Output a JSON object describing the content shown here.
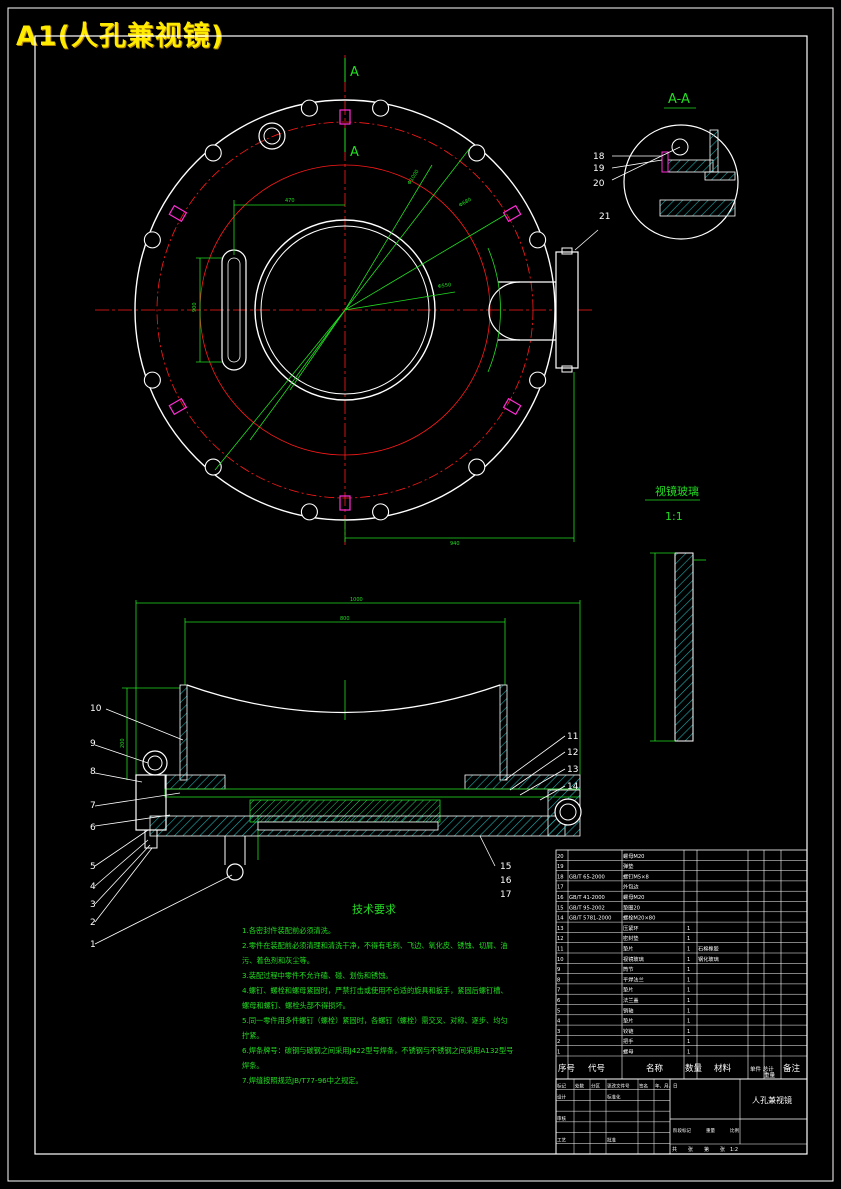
{
  "sheet_title": "A1(人孔兼视镜)",
  "section": {
    "label_top": "A",
    "label_bottom": "A",
    "view_title": "A-A"
  },
  "detail": {
    "title": "视镜玻璃",
    "scale": "1:1"
  },
  "tech": {
    "title": "技术要求",
    "lines": [
      "1.各密封件装配前必须清洗。",
      "2.零件在装配前必须清理和清洗干净，不得有毛刺、飞边、氧化皮、锈蚀、切屑、油",
      "污、着色剂和灰尘等。",
      "3.装配过程中零件不允许磕、碰、划伤和锈蚀。",
      "4.螺钉、螺栓和螺母紧固时，严禁打击或使用不合适的旋具和扳手，紧固后螺钉槽、",
      "螺母和螺钉、螺栓头部不得损坏。",
      "5.同一零件用多件螺钉（螺栓）紧固时，各螺钉（螺栓）需交叉、对称、逐步、均匀",
      "拧紧。",
      "6.焊条牌号：碳钢与碳钢之间采用J422型号焊条，不锈钢与不锈钢之间采用A132型号",
      "焊条。",
      "7.焊缝按照规范JB/T77-96中之规定。"
    ]
  },
  "balloons": [
    "1",
    "2",
    "3",
    "4",
    "5",
    "6",
    "7",
    "8",
    "9",
    "10",
    "11",
    "12",
    "13",
    "14",
    "15",
    "16",
    "17",
    "18",
    "19",
    "20",
    "21"
  ],
  "bom": {
    "header": {
      "seq": "序号",
      "code": "代号",
      "name": "名称",
      "qty": "数量",
      "material": "材料",
      "weight": "单件 总计",
      "weight_sub": "重量",
      "remark": "备注"
    },
    "rows": [
      {
        "seq": "20",
        "code": "",
        "name": "螺母M20",
        "qty": "",
        "material": "",
        "remark": ""
      },
      {
        "seq": "19",
        "code": "",
        "name": "弹垫",
        "qty": "",
        "material": "",
        "remark": ""
      },
      {
        "seq": "18",
        "code": "GB/T 65-2000",
        "name": "螺钉M5×8",
        "qty": "",
        "material": "",
        "remark": ""
      },
      {
        "seq": "17",
        "code": "",
        "name": "外包边",
        "qty": "",
        "material": "",
        "remark": ""
      },
      {
        "seq": "16",
        "code": "GB/T 41-2000",
        "name": "螺母M20",
        "qty": "",
        "material": "",
        "remark": ""
      },
      {
        "seq": "15",
        "code": "GB/T 95-2002",
        "name": "垫圈20",
        "qty": "",
        "material": "",
        "remark": ""
      },
      {
        "seq": "14",
        "code": "GB/T 5781-2000",
        "name": "螺栓M20×80",
        "qty": "",
        "material": "",
        "remark": ""
      },
      {
        "seq": "13",
        "code": "",
        "name": "压紧环",
        "qty": "1",
        "material": "",
        "remark": ""
      },
      {
        "seq": "12",
        "code": "",
        "name": "密封垫",
        "qty": "1",
        "material": "",
        "remark": ""
      },
      {
        "seq": "11",
        "code": "",
        "name": "垫片",
        "qty": "1",
        "material": "石棉橡胶",
        "remark": ""
      },
      {
        "seq": "10",
        "code": "",
        "name": "视镜玻璃",
        "qty": "1",
        "material": "钢化玻璃",
        "remark": ""
      },
      {
        "seq": "9",
        "code": "",
        "name": "筒节",
        "qty": "1",
        "material": "",
        "remark": ""
      },
      {
        "seq": "8",
        "code": "",
        "name": "平焊法兰",
        "qty": "1",
        "material": "",
        "remark": ""
      },
      {
        "seq": "7",
        "code": "",
        "name": "垫片",
        "qty": "1",
        "material": "",
        "remark": ""
      },
      {
        "seq": "6",
        "code": "",
        "name": "法兰盖",
        "qty": "1",
        "material": "",
        "remark": ""
      },
      {
        "seq": "5",
        "code": "",
        "name": "销轴",
        "qty": "1",
        "material": "",
        "remark": ""
      },
      {
        "seq": "4",
        "code": "",
        "name": "垫片",
        "qty": "1",
        "material": "",
        "remark": ""
      },
      {
        "seq": "3",
        "code": "",
        "name": "铰链",
        "qty": "1",
        "material": "",
        "remark": ""
      },
      {
        "seq": "2",
        "code": "",
        "name": "把手",
        "qty": "1",
        "material": "",
        "remark": ""
      },
      {
        "seq": "1",
        "code": "",
        "name": "螺母",
        "qty": "1",
        "material": "",
        "remark": ""
      }
    ]
  },
  "title_block": {
    "drawing_name": "人孔兼视镜",
    "labels": [
      "标记",
      "处数",
      "分区",
      "更改文件号",
      "签名",
      "年、月、日",
      "设计",
      "标准化",
      "审核",
      "工艺",
      "批准",
      "阶段标记",
      "重量",
      "比例"
    ],
    "scale_value": "1:2",
    "sheet_info": [
      "共",
      "张",
      "第",
      "张"
    ]
  },
  "colors": {
    "outline": "#ffffff",
    "centerline": "#ff1a1a",
    "dimension": "#22dd22",
    "section": "#22aaaa",
    "magenta": "#ff2dd6",
    "title": "#ffeb00"
  }
}
